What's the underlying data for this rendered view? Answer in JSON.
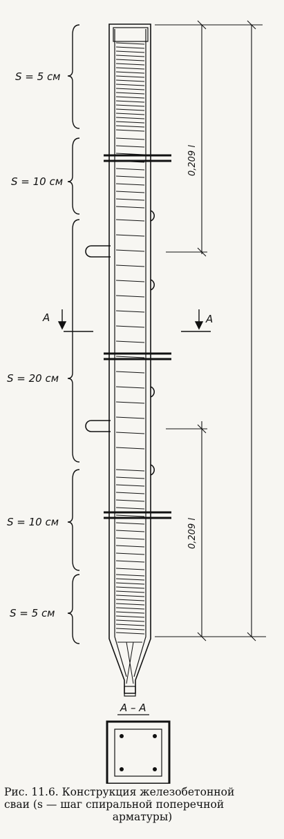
{
  "spacing_labels": [
    "S = 5 см",
    "S = 10 см",
    "S = 20 см",
    "S = 10 см",
    "S = 5 см"
  ],
  "section_marks": {
    "left": "A",
    "right": "A",
    "section_title": "А – А"
  },
  "dimensions": {
    "upper": "0,209 l",
    "lower": "0,209 l"
  },
  "caption": {
    "line1": "Рис. 11.6. Конструкция железобетонной",
    "line2": "сваи (s — шаг спиральной поперечной",
    "line3": "арматуры)"
  },
  "colors": {
    "ink": "#111111",
    "paper": "#f7f6f2"
  }
}
